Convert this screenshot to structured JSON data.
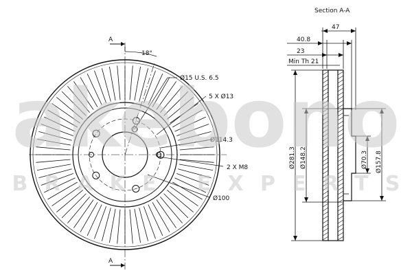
{
  "section_title": "Section A-A",
  "section_marker": "A",
  "front_view": {
    "angle_label": "18°",
    "hole_small_label": "Ø15 U.S. 6.5",
    "bolt_holes_label": "5 X Ø13",
    "pcd_label": "Ø114.3",
    "threads_label": "2 X M8",
    "hub_label": "Ø100"
  },
  "side_view": {
    "width_total": "47",
    "width_hat": "40.8",
    "thickness": "23",
    "min_thickness": "Min Th 21",
    "dia_outer": "Ø281.3",
    "dia_inner_face": "Ø148.2",
    "dia_center_bore": "Ø70.3",
    "dia_hat": "Ø157.8"
  },
  "watermark": {
    "brand": "akebono",
    "tagline": "BRAKE EXPERTS"
  }
}
